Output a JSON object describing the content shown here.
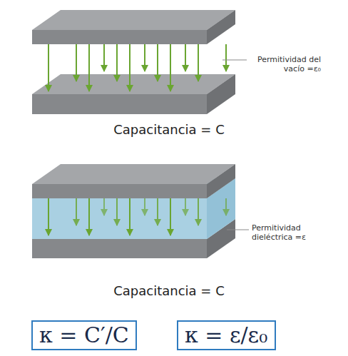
{
  "diagram": {
    "nodes": [
      {
        "text": [
          "κ = C′/C"
        ]
      },
      {
        "text": [
          "κ = ε/ε₀"
        ]
      }
    ],
    "labels": [
      "Permitividad del vacío =ε₀",
      "Capacitancia = C",
      "Permitividad dieléctrica =ε",
      "Capacitancia = C"
    ]
  }
}
